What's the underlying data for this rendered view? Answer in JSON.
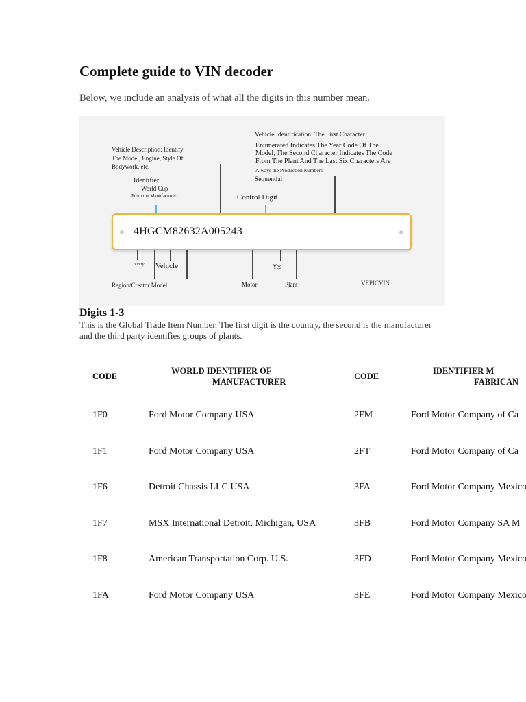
{
  "page": {
    "title": "Complete guide to VIN decoder",
    "intro": "Below, we include an analysis of what all the digits in this number mean."
  },
  "figure": {
    "vin": "4HGCM82632A005243",
    "labels": {
      "vehicle_identification": "Vehicle Identification: The First Character",
      "enumerated_1": "Enumerated Indicates The Year Code Of The",
      "enumerated_2": "Model, The Second Character Indicates The Code",
      "enumerated_3": "From The Plant And The Last Six Characters Are",
      "always": "Always the Production Numbers",
      "sequential": "Sequential",
      "vehicle_desc_1": "Vehicle Description: Identify",
      "vehicle_desc_2": "The Model, Engine, Style Of",
      "vehicle_desc_3": "Bodywork, etc.",
      "identifier": "Identifier",
      "world_cup": "World Cup",
      "from_manufacturer": "From the Manufacturer",
      "control_digit": "Control Digit",
      "country": "Country",
      "vehicle": "Vehicle",
      "yes": "Yes",
      "region_model": "Region/Creator Model",
      "motor": "Motor",
      "plant": "Plant",
      "watermark": "VEPICVIN"
    },
    "colors": {
      "accent_blue": "#2a9fd6",
      "plate_border": "#f2b53c"
    }
  },
  "section": {
    "heading": "Digits 1-3",
    "body": "This is the Global Trade Item Number. The first digit is the country, the second is the manufacturer and the third party identifies groups of plants."
  },
  "table": {
    "headers": {
      "code_1": "CODE",
      "world_1": "WORLD IDENTIFIER OF",
      "world_2": "MANUFACTURER",
      "code_2": "CODE",
      "ident_1": "IDENTIFIER M",
      "ident_2": "FABRICAN"
    },
    "rows": [
      {
        "code1": "1F0",
        "name1": "Ford Motor Company USA",
        "code2": "2FM",
        "name2": "Ford Motor Company of Ca"
      },
      {
        "code1": "1F1",
        "name1": "Ford Motor Company USA",
        "code2": "2FT",
        "name2": "Ford Motor Company of Ca"
      },
      {
        "code1": "1F6",
        "name1": "Detroit Chassis LLC USA",
        "code2": "3FA",
        "name2": "Ford Motor Company Mexico"
      },
      {
        "code1": "1F7",
        "name1": "MSX International Detroit, Michigan, USA",
        "code2": "3FB",
        "name2": "Ford Motor Company SA M"
      },
      {
        "code1": "1F8",
        "name1": "American Transportation Corp. U.S.",
        "code2": "3FD",
        "name2": "Ford Motor Company Mexico"
      },
      {
        "code1": "1FA",
        "name1": "Ford Motor Company USA",
        "code2": "3FE",
        "name2": "Ford Motor Company Mexico"
      }
    ]
  }
}
